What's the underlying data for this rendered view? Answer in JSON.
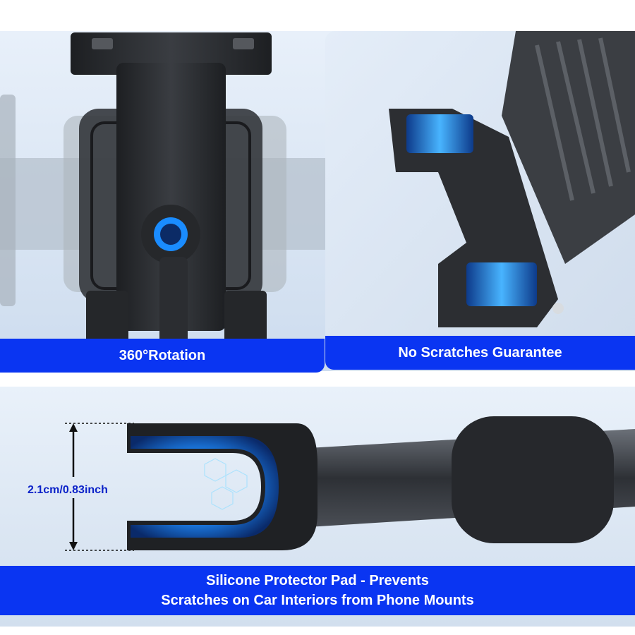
{
  "panels": {
    "rotation": {
      "caption": "360°Rotation"
    },
    "scratch": {
      "caption": "No Scratches Guarantee"
    },
    "pad": {
      "caption_line1": "Silicone Protector Pad - Prevents",
      "caption_line2": "Scratches on Car Interiors from Phone Mounts",
      "dimension": "2.1cm/0.83inch"
    }
  },
  "colors": {
    "banner": "#0a35f2",
    "panel_bg": "#dde9f7",
    "dimension_text": "#0b22c8",
    "pad_glow": "#1f8dff",
    "plastic": "#2a2c30"
  }
}
